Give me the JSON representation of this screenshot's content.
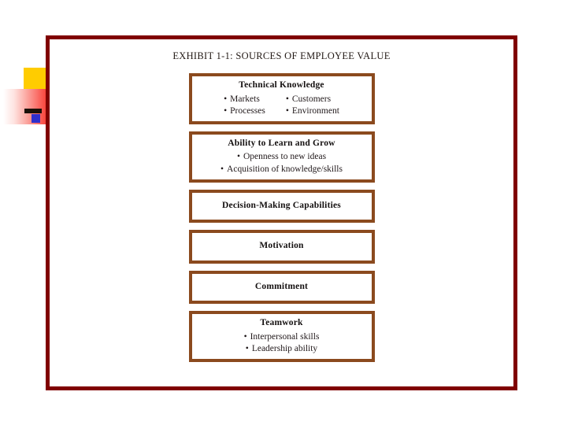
{
  "exhibit": {
    "title": "EXHIBIT 1-1: SOURCES OF EMPLOYEE VALUE",
    "frame_color": "#800000",
    "box_border_color": "#8B4A1E",
    "background_color": "#FFFFFF",
    "boxes": [
      {
        "id": "technical-knowledge",
        "title": "Technical Knowledge",
        "layout": "two-column",
        "bullets": [
          "Markets",
          "Customers",
          "Processes",
          "Environment"
        ]
      },
      {
        "id": "ability-to-learn-and-grow",
        "title": "Ability to Learn and Grow",
        "layout": "single-column",
        "bullets": [
          "Openness to new ideas",
          "Acquisition of knowledge/skills"
        ]
      },
      {
        "id": "decision-making-capabilities",
        "title": "Decision-Making Capabilities",
        "layout": "title-only",
        "bullets": []
      },
      {
        "id": "motivation",
        "title": "Motivation",
        "layout": "title-only",
        "bullets": []
      },
      {
        "id": "commitment",
        "title": "Commitment",
        "layout": "title-only",
        "bullets": []
      },
      {
        "id": "teamwork",
        "title": "Teamwork",
        "layout": "single-column",
        "bullets": [
          "Interpersonal skills",
          "Leadership ability"
        ]
      }
    ]
  },
  "decoration": {
    "name": "slide-corner-motif",
    "yellow_color": "#FFCC00",
    "red_gradient_color": "#F8423A",
    "blue_color": "#2F2FCC",
    "black_color": "#1A1008",
    "vertical_bar_color": "#800000"
  }
}
